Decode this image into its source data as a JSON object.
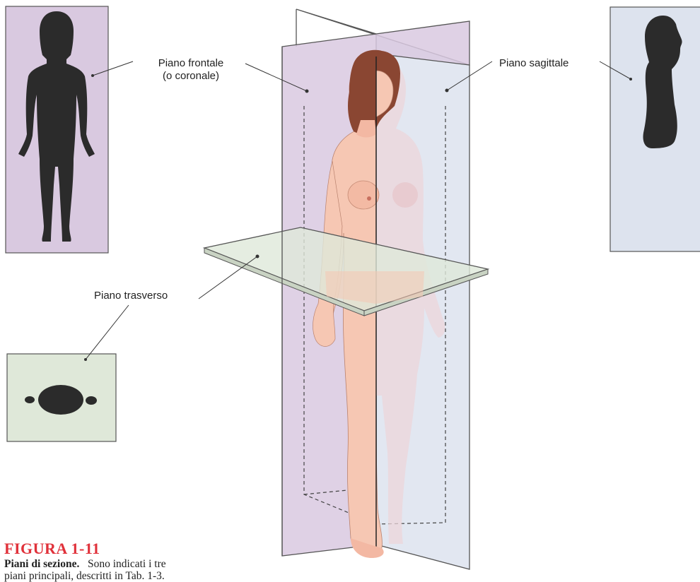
{
  "labels": {
    "frontal_line1": "Piano frontale",
    "frontal_line2": "(o coronale)",
    "sagittal": "Piano sagittale",
    "transverse": "Piano trasverso"
  },
  "caption": {
    "figure_number": "FIGURA  1-11",
    "title": "Piani di sezione.",
    "text_line1": "Sono indicati i tre",
    "text_line2": "piani principali, descritti in Tab. 1-3."
  },
  "colors": {
    "frontal_plane": "#d9c9e0",
    "sagittal_plane": "#dde3ee",
    "transverse_plane": "#dfe8d9",
    "silhouette": "#2b2b2b",
    "skin": "#f6c7b3",
    "caption_accent": "#e0313a"
  }
}
